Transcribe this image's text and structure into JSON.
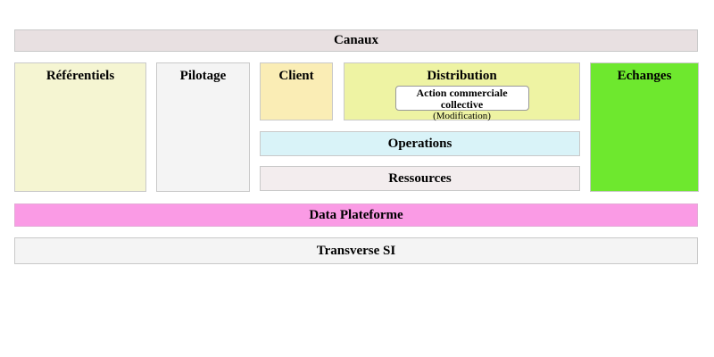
{
  "blocks": {
    "canaux": {
      "label": "Canaux",
      "bg": "#e8e0e1"
    },
    "referentiels": {
      "label": "Référentiels",
      "bg": "#f5f5d2"
    },
    "pilotage": {
      "label": "Pilotage",
      "bg": "#f4f4f4"
    },
    "client": {
      "label": "Client",
      "bg": "#faedb5"
    },
    "distribution": {
      "label": "Distribution",
      "bg": "#eef3a3"
    },
    "action": {
      "title": "Action commerciale collective",
      "subtitle": "(Modification)",
      "bg": "#ffffff"
    },
    "echanges": {
      "label": "Echanges",
      "bg": "#6ee82e"
    },
    "operations": {
      "label": "Operations",
      "bg": "#d9f3f8"
    },
    "ressources": {
      "label": "Ressources",
      "bg": "#f3edee"
    },
    "data_plateforme": {
      "label": "Data Plateforme",
      "bg": "#fa9be5"
    },
    "transverse_si": {
      "label": "Transverse SI",
      "bg": "#f4f4f4"
    }
  },
  "colors": {
    "text": "#000000",
    "block_border": "#c9c9c9",
    "action_border": "#999999",
    "background": "#ffffff"
  }
}
